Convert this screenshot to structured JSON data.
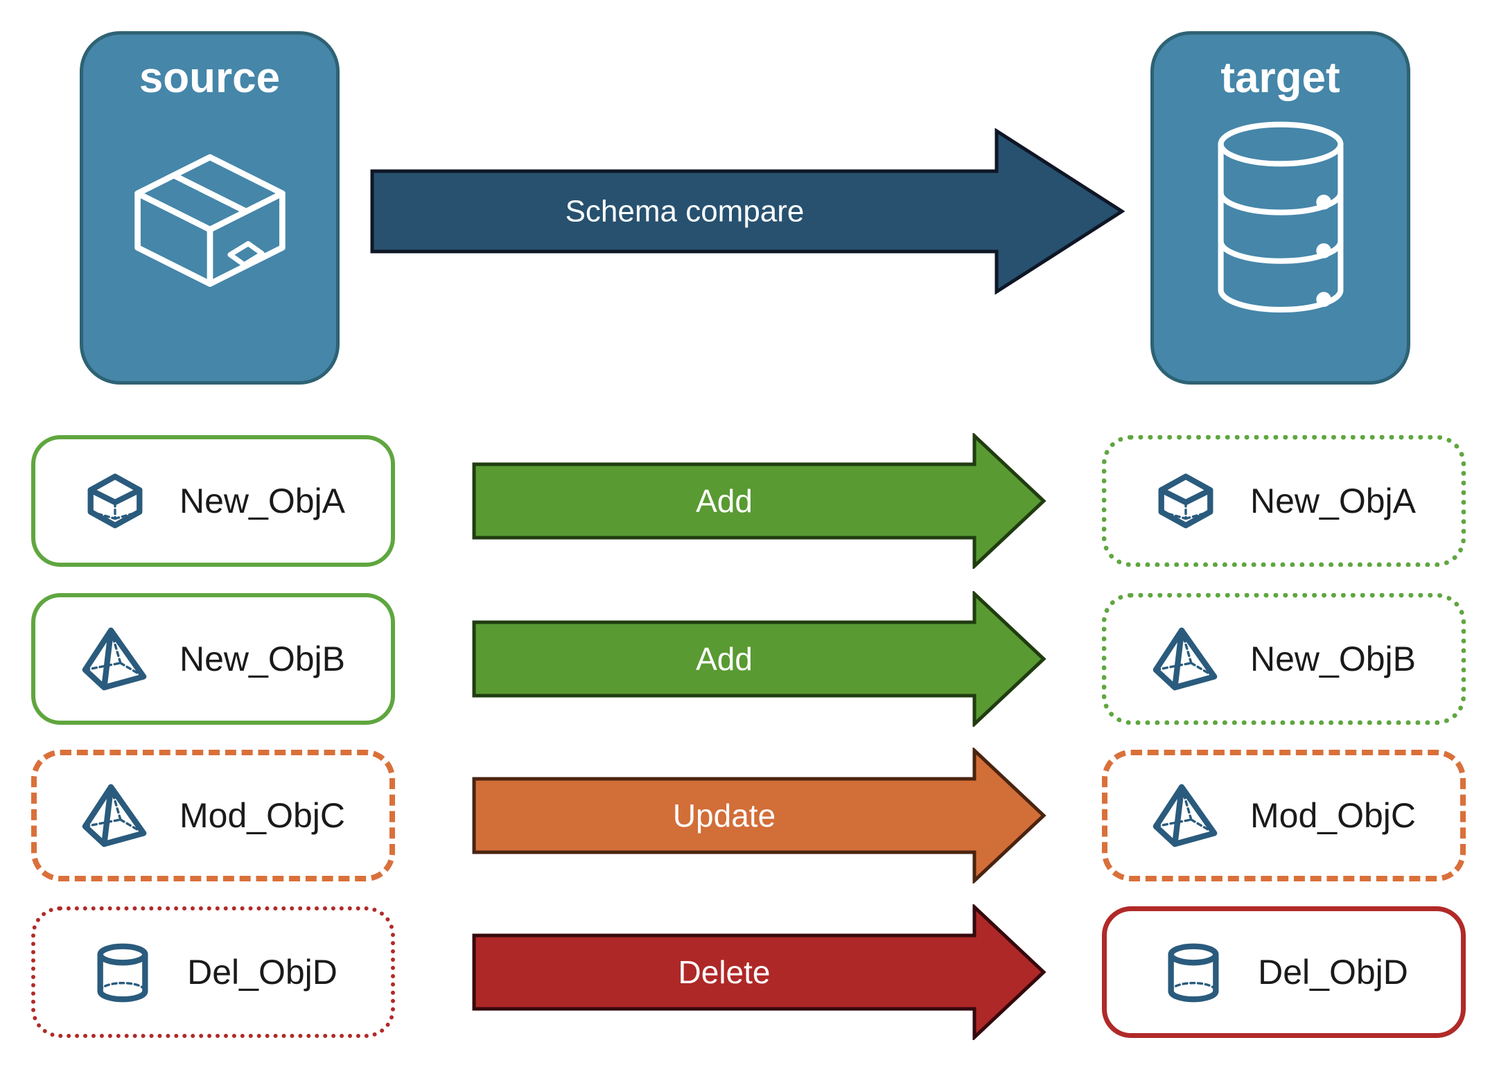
{
  "colors": {
    "panel_blue": "#4586a9",
    "panel_border": "#2e6274",
    "arrow_navy": "#27516f",
    "green": "#599a32",
    "green_border": "#5fa63f",
    "orange": "#d26e38",
    "orange_border": "#d9703a",
    "red": "#ae2827",
    "red_border": "#b02a28",
    "icon_blue": "#2a5b7d"
  },
  "source_panel": {
    "title": "source",
    "icon": "package-icon"
  },
  "target_panel": {
    "title": "target",
    "icon": "database-icon"
  },
  "compare_arrow": {
    "label": "Schema compare"
  },
  "rows": [
    {
      "icon": "cube-icon",
      "source_label": "New_ObjA",
      "action": "Add",
      "target_label": "New_ObjA",
      "source_style": "solid-green",
      "target_style": "dotted-green"
    },
    {
      "icon": "pyramid-icon",
      "source_label": "New_ObjB",
      "action": "Add",
      "target_label": "New_ObjB",
      "source_style": "solid-green",
      "target_style": "dotted-green"
    },
    {
      "icon": "pyramid-icon",
      "source_label": "Mod_ObjC",
      "action": "Update",
      "target_label": "Mod_ObjC",
      "source_style": "dashed-orange",
      "target_style": "dashed-orange"
    },
    {
      "icon": "cylinder-icon",
      "source_label": "Del_ObjD",
      "action": "Delete",
      "target_label": "Del_ObjD",
      "source_style": "dotted-red",
      "target_style": "solid-red"
    }
  ]
}
